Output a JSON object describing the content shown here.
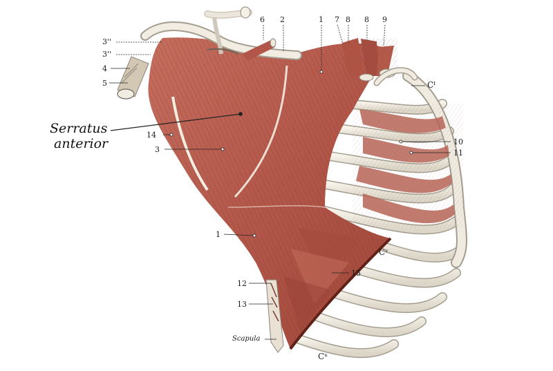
{
  "title": {
    "line1": "Serratus",
    "line2": "anterior"
  },
  "labels": {
    "l3a": "3''",
    "l3b": "3''",
    "l4": "4",
    "l5": "5",
    "l6": "6",
    "l2": "2",
    "l1_top": "1",
    "l7": "7",
    "l8a": "8",
    "l8b": "8",
    "l9": "9",
    "c1": "Cᴵ",
    "l10": "10",
    "l11": "11",
    "l14": "14",
    "l3": "3",
    "l1_low": "1",
    "c5": "Cᵛ",
    "l15": "15",
    "l12": "12",
    "l13": "13",
    "scapula": "Scapula",
    "c10": "Cˣ"
  },
  "colors": {
    "muscle": "#b4584a",
    "muscle_dark": "#8e3b31",
    "muscle_light": "#d08676",
    "bone": "#eeeae0",
    "bone_line": "#9c968a",
    "leader": "#222222"
  }
}
